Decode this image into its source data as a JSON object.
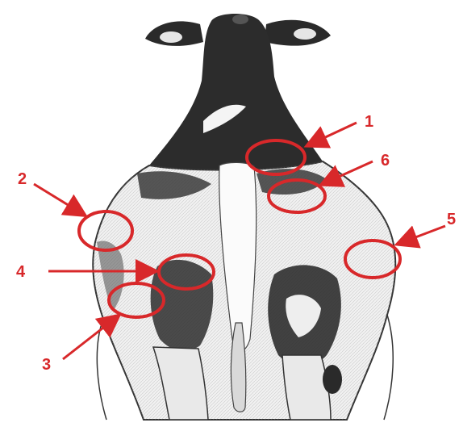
{
  "image": {
    "subject": "cow-rear-view-sketch",
    "colors": {
      "marker": "#d8282a",
      "ink": "#2b2b2b",
      "background": "#ffffff"
    }
  },
  "markers": [
    {
      "id": "1",
      "label": "1"
    },
    {
      "id": "2",
      "label": "2"
    },
    {
      "id": "3",
      "label": "3"
    },
    {
      "id": "4",
      "label": "4"
    },
    {
      "id": "5",
      "label": "5"
    },
    {
      "id": "6",
      "label": "6"
    }
  ]
}
